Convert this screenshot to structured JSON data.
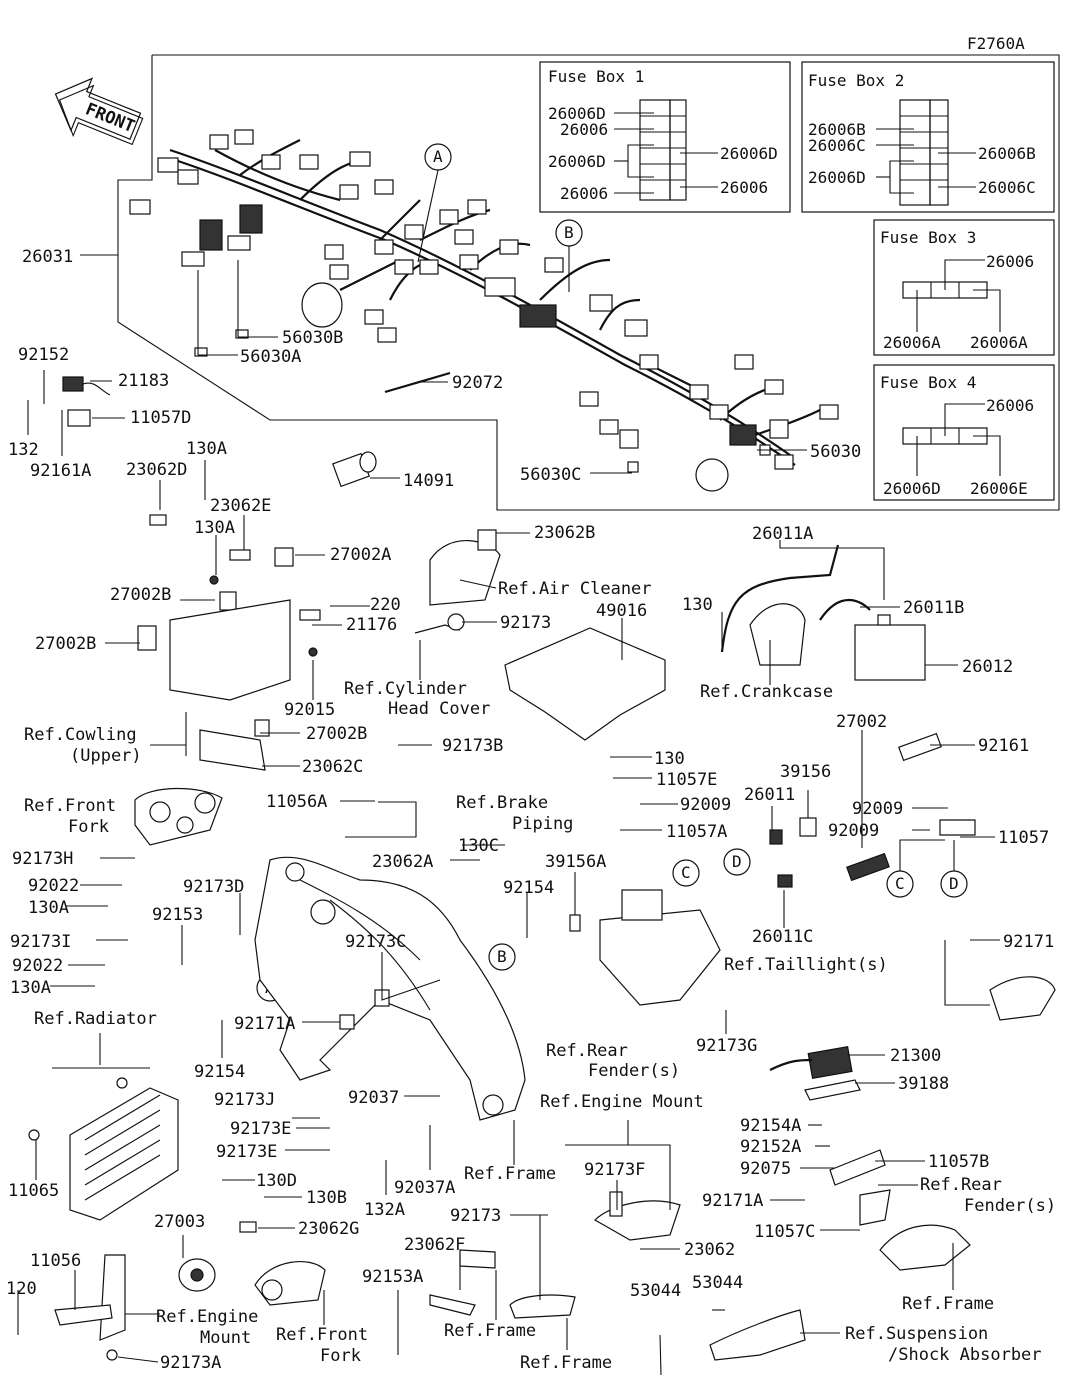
{
  "figure_code": "F2760A",
  "front_arrow": {
    "label": "FRONT"
  },
  "fuse_boxes": [
    {
      "title": "Fuse Box 1",
      "labels": [
        "26006D",
        "26006",
        "26006D",
        "26006",
        "26006D",
        "26006"
      ]
    },
    {
      "title": "Fuse Box 2",
      "labels": [
        "26006B",
        "26006C",
        "26006D",
        "26006B",
        "26006C"
      ]
    },
    {
      "title": "Fuse Box 3",
      "labels": [
        "26006",
        "26006A",
        "26006A"
      ]
    },
    {
      "title": "Fuse Box 4",
      "labels": [
        "26006",
        "26006D",
        "26006E"
      ]
    }
  ],
  "callouts": [
    "A",
    "B",
    "A",
    "B",
    "C",
    "D",
    "C",
    "D"
  ],
  "part_labels": [
    "26031",
    "56030B",
    "56030A",
    "92072",
    "56030",
    "56030C",
    "92152",
    "21183",
    "11057D",
    "132",
    "92161A",
    "14091",
    "130A",
    "23062D",
    "23062E",
    "130A",
    "27002A",
    "27002B",
    "27002B",
    "220",
    "21176",
    "92015",
    "27002B",
    "23062C",
    "23062B",
    "92173",
    "49016",
    "26011A",
    "130",
    "26011B",
    "26012",
    "27002",
    "92161",
    "130",
    "11057E",
    "92009",
    "11057A",
    "39156",
    "26011",
    "92009",
    "92009",
    "11057",
    "26011C",
    "92171",
    "92173B",
    "11056A",
    "130C",
    "23062A",
    "39156A",
    "92154",
    "92173H",
    "92022",
    "130A",
    "92173D",
    "92153",
    "92173I",
    "92022",
    "130A",
    "92173C",
    "92171A",
    "92154",
    "92173G",
    "21300",
    "39188",
    "92173J",
    "92037",
    "92173E",
    "92173E",
    "92154A",
    "92152A",
    "92075",
    "11057B",
    "92171A",
    "11057C",
    "11065",
    "132A",
    "92037A",
    "92173F",
    "23062",
    "130D",
    "130B",
    "27003",
    "23062G",
    "92173",
    "23062F",
    "11056",
    "120",
    "92173A",
    "92153A",
    "53044",
    "53044"
  ],
  "reference_labels": [
    "Ref.Air Cleaner",
    "Ref.Cylinder",
    "Head Cover",
    "Ref.Crankcase",
    "Ref.Cowling",
    "(Upper)",
    "Ref.Front",
    "Fork",
    "Ref.Brake",
    "Piping",
    "Ref.Taillight(s)",
    "Ref.Radiator",
    "Ref.Rear",
    "Fender(s)",
    "Ref.Engine Mount",
    "Ref.Frame",
    "Ref.Rear",
    "Fender(s)",
    "Ref.Engine",
    "Mount",
    "Ref.Front",
    "Fork",
    "Ref.Frame",
    "Ref.Frame",
    "Ref.Frame",
    "Ref.Suspension",
    "/Shock Absorber"
  ]
}
